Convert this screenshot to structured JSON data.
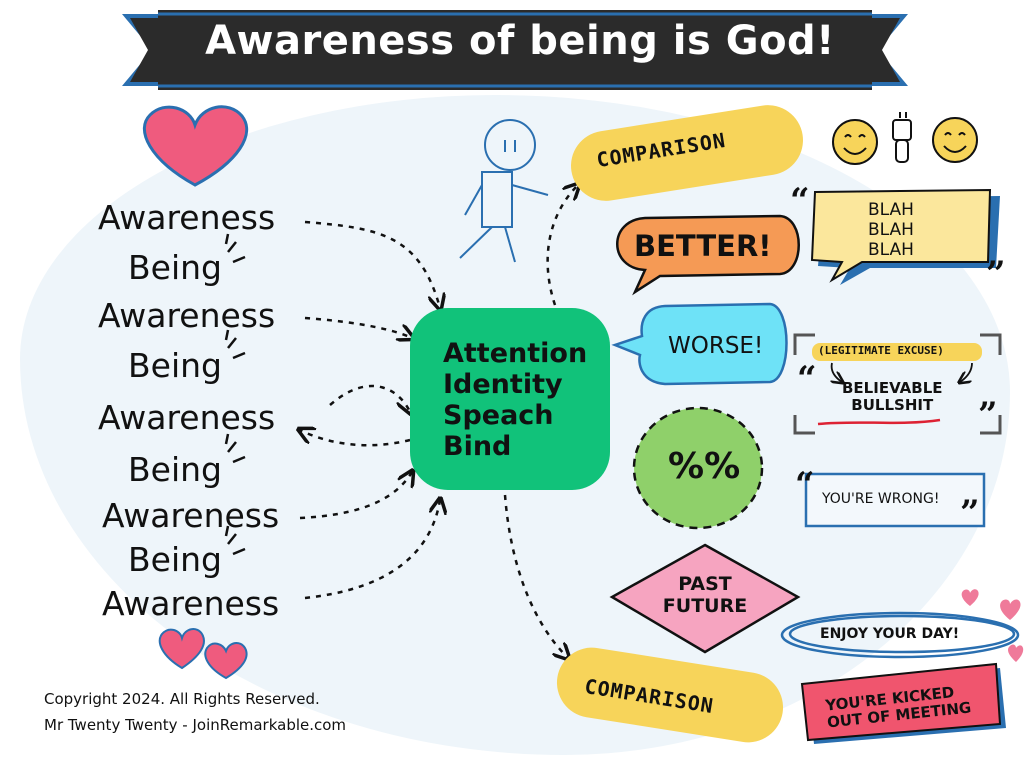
{
  "banner": {
    "title": "Awareness of being is God!",
    "band_color": "#2b2b2b",
    "accent_color": "#2a6fb0"
  },
  "left_column": {
    "words": [
      "Awareness",
      "Being",
      "Awareness",
      "Being",
      "Awareness",
      "Being",
      "Awareness",
      "Being",
      "Awareness"
    ]
  },
  "center": {
    "lines": [
      "Attention",
      "Identity",
      "Speach",
      "Bind"
    ],
    "color": "#11c27a"
  },
  "right_column": {
    "comparison_top": "COMPARISON",
    "better": "BETTER!",
    "blah": [
      "BLAH",
      "BLAH",
      "BLAH"
    ],
    "worse": "WORSE!",
    "legitimate_excuse": "(LEGITIMATE EXCUSE)",
    "believable_bullshit": [
      "BELIEVABLE",
      "BULLSHIT"
    ],
    "percent": "%%",
    "youre_wrong": "YOU'RE WRONG!",
    "past_future": [
      "PAST",
      "FUTURE"
    ],
    "enjoy": "ENJOY YOUR DAY!",
    "comparison_bottom": "COMPARISON",
    "kicked": [
      "YOU'RE KICKED",
      "OUT OF MEETING"
    ]
  },
  "icons": [
    "heart-icon",
    "stick-figure-icon",
    "smiley-face-icon",
    "pointing-hand-icon",
    "quote-mark-icon"
  ],
  "colors": {
    "yellow": "#f7d45a",
    "orange": "#f59a55",
    "cyan": "#6ee2f7",
    "light_green": "#8fd06a",
    "pink": "#f6a4c0",
    "red": "#f0556e",
    "heart": "#ef5b7e",
    "blue": "#2a6fb0"
  },
  "copyright": {
    "line1": "Copyright 2024. All Rights Reserved.",
    "line2": "Mr Twenty Twenty - JoinRemarkable.com"
  }
}
